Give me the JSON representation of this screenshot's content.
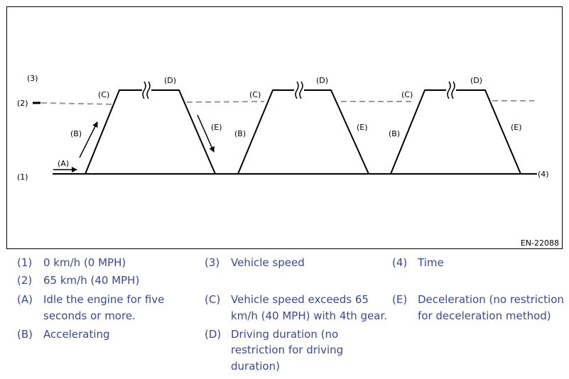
{
  "diagram": {
    "figure_code": "EN-22088",
    "markers": {
      "m1": "(1)",
      "m2": "(2)",
      "m3": "(3)",
      "m4": "(4)",
      "A": "(A)",
      "B": "(B)",
      "C": "(C)",
      "D": "(D)",
      "E": "(E)"
    },
    "colors": {
      "line": "#000000",
      "dashed": "#9a9a9a",
      "legend_text": "#3b4a8c"
    }
  },
  "legend": [
    {
      "key": "(1)",
      "desc": [
        "0 km/h (0 MPH)"
      ]
    },
    {
      "key": "(2)",
      "desc": [
        "65 km/h (40 MPH)"
      ]
    },
    {
      "key": "(3)",
      "desc": [
        "Vehicle speed"
      ]
    },
    {
      "key": "(4)",
      "desc": [
        "Time"
      ]
    },
    {
      "key": "(A)",
      "desc": [
        "Idle the engine for five",
        "seconds or more."
      ]
    },
    {
      "key": "(B)",
      "desc": [
        "Accelerating"
      ]
    },
    {
      "key": "(C)",
      "desc": [
        "Vehicle speed exceeds 65",
        "km/h (40 MPH) with 4th gear."
      ]
    },
    {
      "key": "(D)",
      "desc": [
        "Driving duration (no",
        "restriction for driving",
        "duration)"
      ]
    },
    {
      "key": "(E)",
      "desc": [
        "Deceleration (no restriction",
        "for deceleration method)"
      ]
    }
  ]
}
